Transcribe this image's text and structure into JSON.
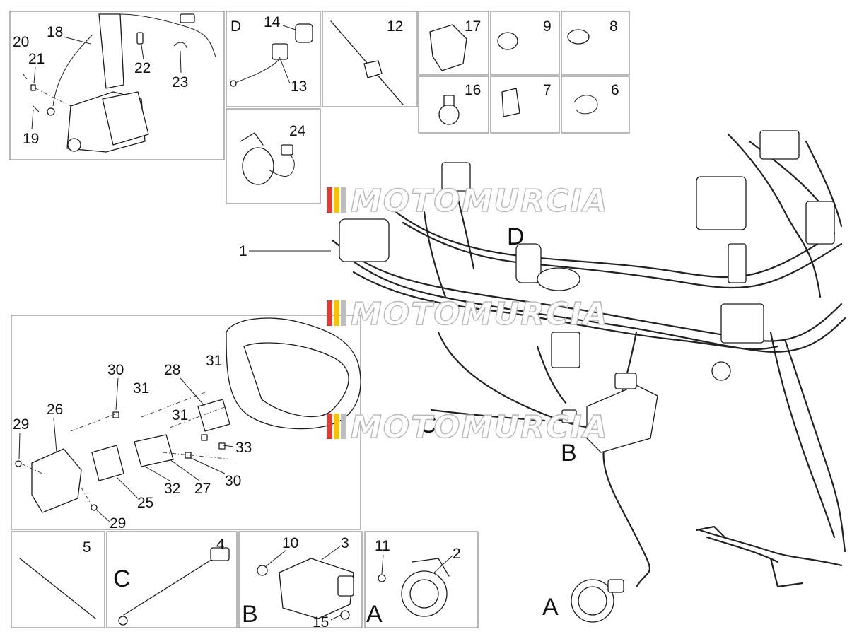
{
  "watermark": {
    "text": "MOTOMURCIA",
    "stripe_colors": [
      "#e53935",
      "#f4c20d",
      "#bdbdbd"
    ]
  },
  "panels": [
    {
      "id": "p18-23",
      "labels": [
        "18",
        "20",
        "21",
        "22",
        "23",
        "19"
      ]
    },
    {
      "id": "pD",
      "letter": "D",
      "labels": [
        "14",
        "13"
      ]
    },
    {
      "id": "p12",
      "labels": [
        "12"
      ]
    },
    {
      "id": "p17",
      "labels": [
        "17"
      ]
    },
    {
      "id": "p9",
      "labels": [
        "9"
      ]
    },
    {
      "id": "p8",
      "labels": [
        "8"
      ]
    },
    {
      "id": "p16",
      "labels": [
        "16"
      ]
    },
    {
      "id": "p7",
      "labels": [
        "7"
      ]
    },
    {
      "id": "p6",
      "labels": [
        "6"
      ]
    },
    {
      "id": "p24",
      "labels": [
        "24"
      ]
    },
    {
      "id": "p-dash",
      "labels": [
        "30",
        "28",
        "31",
        "31",
        "26",
        "31",
        "29",
        "33",
        "32",
        "27",
        "30",
        "25",
        "29"
      ]
    },
    {
      "id": "p5",
      "labels": [
        "5"
      ]
    },
    {
      "id": "pC",
      "letter": "C",
      "labels": [
        "4"
      ]
    },
    {
      "id": "pB",
      "letter": "B",
      "labels": [
        "10",
        "3",
        "15"
      ]
    },
    {
      "id": "pA",
      "letter": "A",
      "labels": [
        "11",
        "2"
      ]
    }
  ],
  "main": {
    "labels": [
      "1",
      "D",
      "C",
      "B",
      "A"
    ]
  }
}
